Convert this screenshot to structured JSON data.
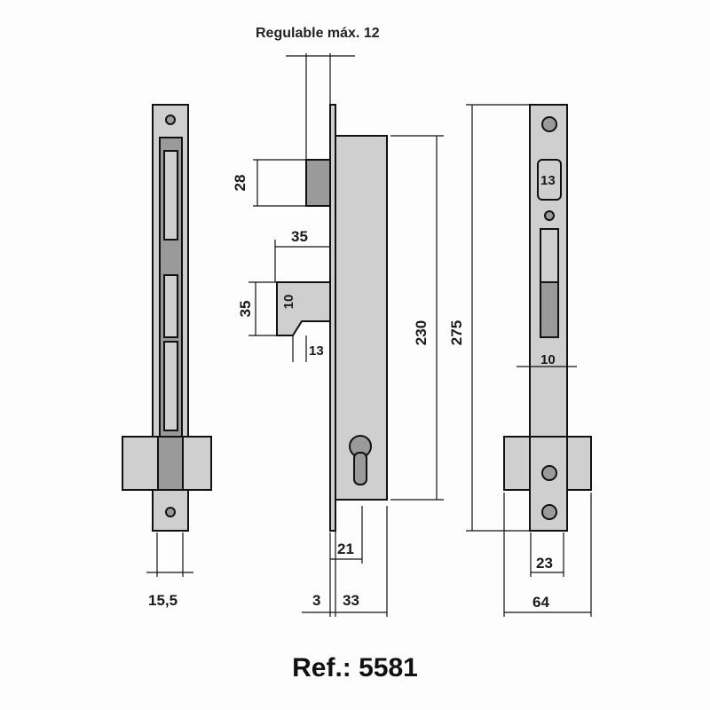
{
  "header": {
    "title": "Regulable máx. 12"
  },
  "dimensions": {
    "deadbolt_height": "28",
    "latch_projection": "35",
    "latch_height": "35",
    "latch_width": "10",
    "latch_offset": "13",
    "case_height": "230",
    "faceplate_height": "275",
    "spindle_size": "13",
    "bolt_slot_width": "10",
    "backset": "21",
    "cylinder_distance": "23",
    "faceplate_width": "15,5",
    "faceplate_thickness": "3",
    "case_depth": "33",
    "strike_width": "64"
  },
  "footer": {
    "reference": "Ref.: 5581"
  }
}
